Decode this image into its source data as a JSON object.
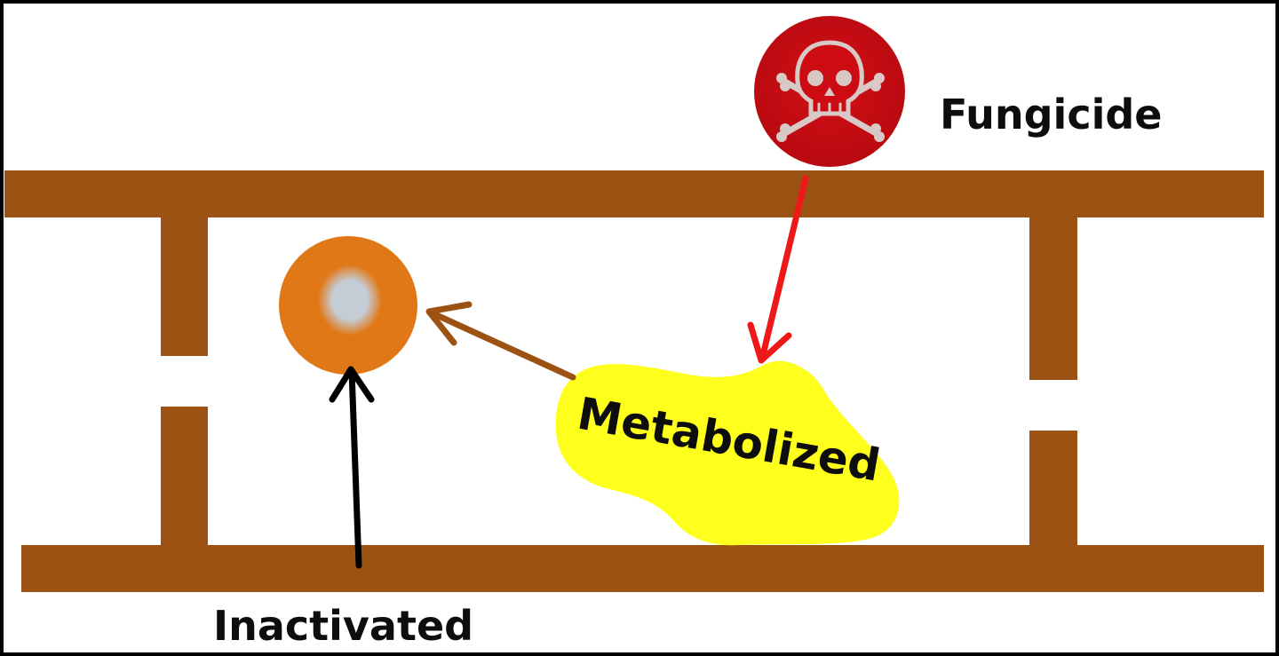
{
  "labels": {
    "fungicide": "Fungicide",
    "metabolized": "Metabolized",
    "inactivated": "Inactivated"
  },
  "colors": {
    "background": "#ffffff",
    "frame_border": "#000000",
    "hyphal_wall": "#9c5212",
    "fungicide_disc": "#cc0c12",
    "fungicide_symbol": "#d8c9c6",
    "fungicide_arrow": "#ee1818",
    "cell_body": "#e07818",
    "cell_core": "#c4cdd6",
    "metabolized_blob": "#ffff1e",
    "metabolized_arrow": "#9c5212",
    "inactivated_arrow": "#000000",
    "label_text": "#0d0d0d"
  },
  "icons": {
    "fungicide": "skull-crossbones-icon"
  }
}
